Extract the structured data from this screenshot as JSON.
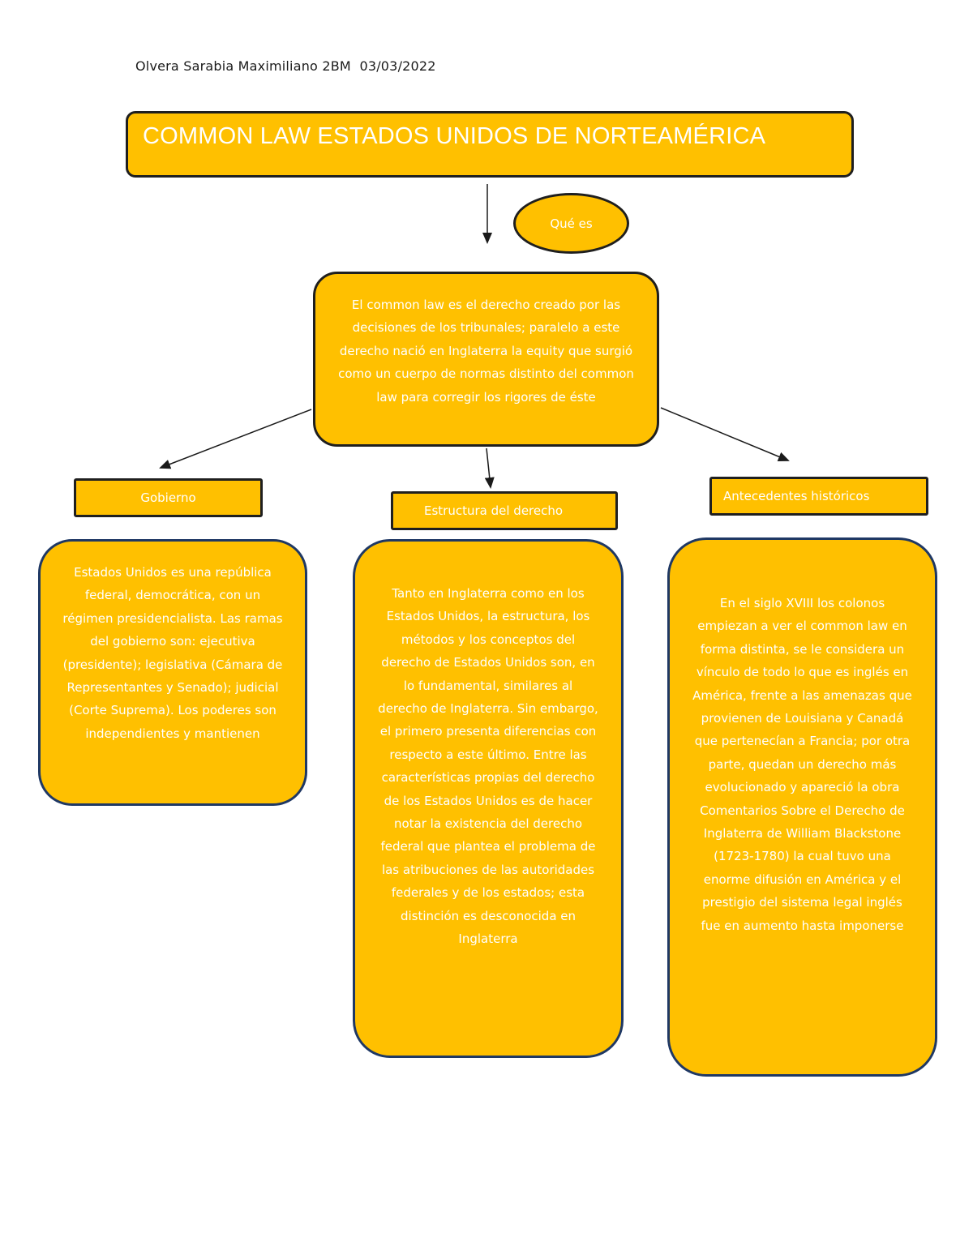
{
  "header": {
    "author_line": "Olvera Sarabia Maximiliano 2BM  03/03/2022"
  },
  "title": "COMMON LAW ESTADOS UNIDOS DE NORTEAMÉRICA",
  "question": "Qué es",
  "definition": "El common law es el derecho creado por las decisiones de los tribunales; paralelo a este derecho nació en Inglaterra la equity que surgió como un cuerpo de normas distinto del common law para corregir los rigores de éste",
  "branches": [
    {
      "label": "Gobierno",
      "text": "Estados Unidos es una república federal, democrática, con un régimen presidencialista. Las ramas del gobierno son: ejecutiva (presidente); legislativa (Cámara de Representantes y Senado); judicial (Corte Suprema). Los poderes son independientes y mantienen"
    },
    {
      "label": "Estructura del derecho",
      "text": "Tanto en Inglaterra como en los Estados Unidos, la estructura, los métodos y los conceptos del derecho de Estados Unidos son, en lo fundamental, similares al derecho de Inglaterra. Sin embargo, el primero presenta diferencias con respecto a este último. Entre las características propias del derecho de los Estados Unidos es de hacer notar la existencia del derecho federal que plantea el problema de las atribuciones de las autoridades federales y de los estados; esta distinción es desconocida en Inglaterra"
    },
    {
      "label": "Antecedentes históricos",
      "text": "En el siglo XVIII los colonos empiezan a ver el common law en forma distinta, se le considera un vínculo de todo lo que es inglés en América, frente a las amenazas que provienen de Louisiana y Canadá que pertenecían a Francia; por otra parte, quedan un derecho más evolucionado y apareció la obra Comentarios Sobre el Derecho de Inglaterra de William Blackstone (1723-1780) la cual tuvo una enorme difusión en América y el prestigio del sistema legal inglés fue en aumento hasta imponerse"
    }
  ],
  "colors": {
    "box_fill": "#ffc000",
    "box_border": "#1f1f1f",
    "card_border": "#1f3864",
    "text": "#ffffff"
  }
}
